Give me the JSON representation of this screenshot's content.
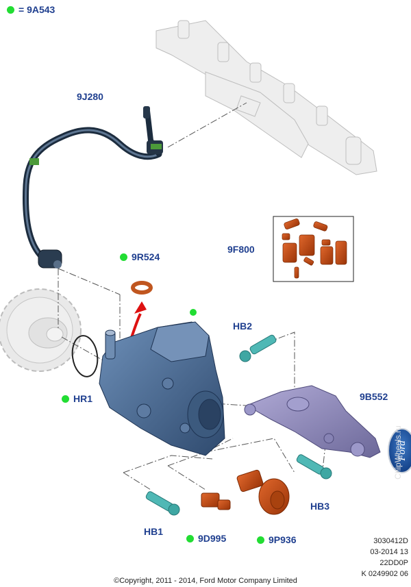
{
  "legend": {
    "text": "= 9A543",
    "dot_color": "#22dd33"
  },
  "labels": {
    "fuel_line": "9J280",
    "o_ring_top": "9R524",
    "repair_kit": "9F800",
    "bolt_hb2": "HB2",
    "bracket": "9B552",
    "o_ring_hr1": "HR1",
    "bolt_hb3": "HB3",
    "bolt_hb1": "HB1",
    "sensor": "9D995",
    "valve": "9P936"
  },
  "meta": {
    "lines": [
      "3030412D",
      "03-2014 13",
      "22DD0P",
      "K 0249902 06"
    ]
  },
  "copyright": "©Copyright, 2011 - 2014, Ford Motor Company Limited",
  "watermark": "ChipWheels.ru",
  "colors": {
    "label": "#1f3f8f",
    "highlight_dot": "#22dd33",
    "pump_body": "#4a6d95",
    "ghost_part": "#e6e6e6",
    "bracket": "#8e8ab8",
    "bolt": "#4fb8b5",
    "orange_part": "#c04a14",
    "arrow": "#dd1111"
  },
  "icons": [
    "ford-logo-icon"
  ],
  "logo": {
    "text": "Ford"
  }
}
